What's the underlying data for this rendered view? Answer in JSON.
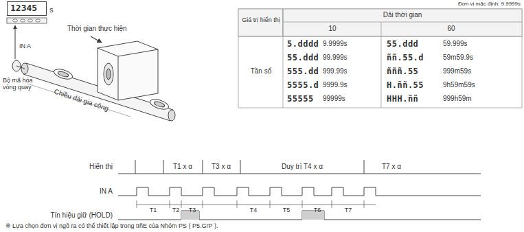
{
  "diagram": {
    "nodes": [
      {
        "text": [
          "12345"
        ]
      }
    ],
    "labels": [
      "Đơn vị mặc định: 9.9999s",
      "s",
      "IN A",
      "Thời gian thực hiện",
      "Bộ mã hóa vòng quay",
      "Chiều dài gia công",
      "Giá trị hiển thị",
      "Dải thời gian",
      "10",
      "60",
      "Tần số",
      "5.dddd",
      "9.9999s",
      "55.ddd",
      "59.999s",
      "55.ddd",
      "99.999s",
      "ññ.55.d",
      "59m59.9s",
      "555.dd",
      "999.99s",
      "ñññ.55",
      "999m59s",
      "5555.d",
      "9999.9s",
      "H.ññ.55",
      "9h59m59s",
      "55555",
      "99999s",
      "HHH.ññ",
      "999h59m",
      "Hiển thị",
      "T1 x α",
      "T3 x α",
      "Duy trì T4 x α",
      "T7 x α",
      "IN A",
      "T1",
      "T2",
      "T3",
      "T4",
      "T5",
      "T6",
      "T7",
      "Tín hiệu giữ (HOLD)",
      "※ Lựa chọn đơn vị ngõ ra có thể thiết lập trong tIñE của Nhóm PS ( P5.GrP )."
    ]
  }
}
